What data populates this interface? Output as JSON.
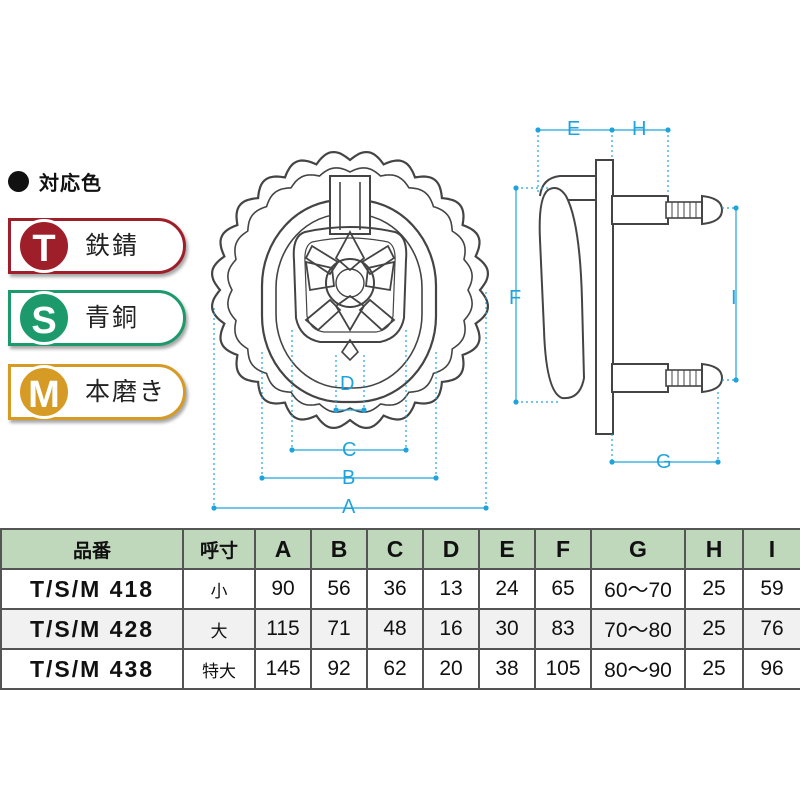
{
  "legend": {
    "title": "対応色",
    "colors": [
      {
        "letter": "T",
        "label": "鉄錆",
        "color": "#9e1f2a"
      },
      {
        "letter": "S",
        "label": "青銅",
        "color": "#1d9a6c"
      },
      {
        "letter": "M",
        "label": "本磨き",
        "color": "#d59b24"
      }
    ]
  },
  "dimension_labels": {
    "A": "A",
    "B": "B",
    "C": "C",
    "D": "D",
    "E": "E",
    "F": "F",
    "G": "G",
    "H": "H",
    "I": "I"
  },
  "table": {
    "headers": [
      "品番",
      "呼寸",
      "A",
      "B",
      "C",
      "D",
      "E",
      "F",
      "G",
      "H",
      "I"
    ],
    "rows": [
      [
        "T/S/M 418",
        "小",
        "90",
        "56",
        "36",
        "13",
        "24",
        "65",
        "60〜70",
        "25",
        "59"
      ],
      [
        "T/S/M 428",
        "大",
        "115",
        "71",
        "48",
        "16",
        "30",
        "83",
        "70〜80",
        "25",
        "76"
      ],
      [
        "T/S/M 438",
        "特大",
        "145",
        "92",
        "62",
        "20",
        "38",
        "105",
        "80〜90",
        "25",
        "96"
      ]
    ]
  },
  "colors": {
    "dimension": "#1fa3dc",
    "header_bg": "#bfd7bb",
    "line": "#444444"
  }
}
